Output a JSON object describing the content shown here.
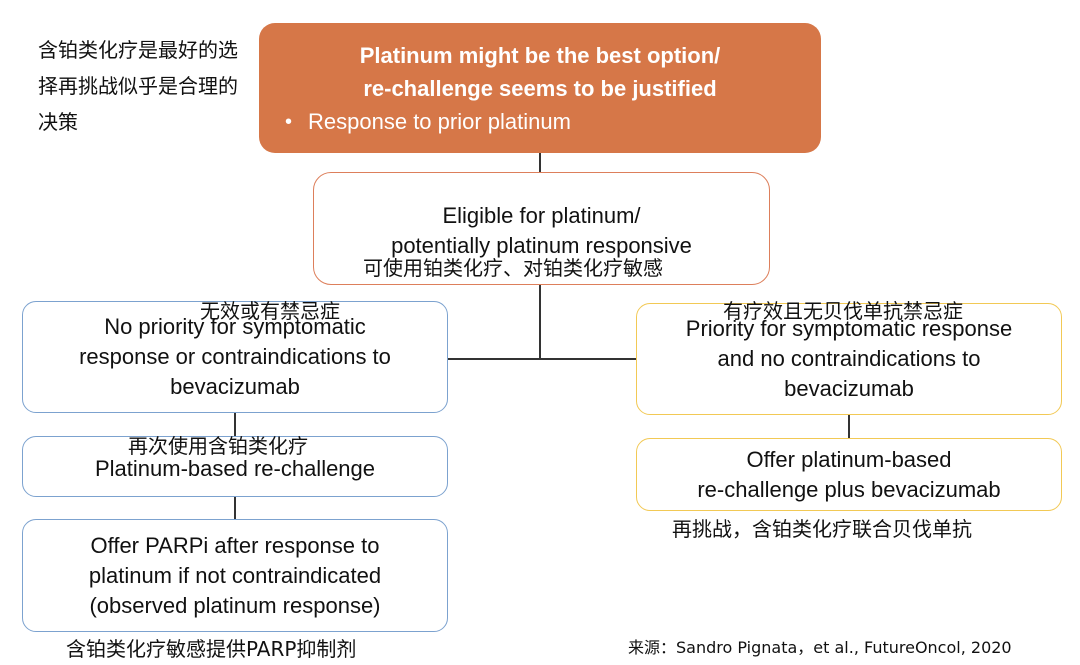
{
  "left_note": "含铂类化疗是最好的选择再挑战似乎是合理的决策",
  "top_box": {
    "title_line1": "Platinum might be the best option/",
    "title_line2": "re-challenge seems to be justified",
    "bullet": "Response to prior platinum"
  },
  "eligible_box": {
    "line1": "Eligible for platinum/",
    "line2": "potentially platinum responsive",
    "cn": "可使用铂类化疗、对铂类化疗敏感"
  },
  "left_branch": {
    "cn_label": "无效或有禁忌症",
    "line1": "No priority for symptomatic",
    "line2": "response or contraindications to",
    "line3": "bevacizumab",
    "rechallenge_cn": "再次使用含铂类化疗",
    "rechallenge": "Platinum-based re-challenge",
    "parpi_line1": "Offer PARPi after response to",
    "parpi_line2": "platinum if not contraindicated",
    "parpi_line3": "(observed platinum response)",
    "parpi_cn": "含铂类化疗敏感提供PARP抑制剂"
  },
  "right_branch": {
    "cn_label": "有疗效且无贝伐单抗禁忌症",
    "line1": "Priority for symptomatic response",
    "line2": "and no contraindications to",
    "line3": "bevacizumab",
    "offer_line1": "Offer platinum-based",
    "offer_line2": "re-challenge plus bevacizumab",
    "offer_cn": "再挑战，含铂类化疗联合贝伐单抗"
  },
  "source": "来源：Sandro Pignata，et al., FutureOncol, 2020",
  "colors": {
    "top_fill": "#d67748",
    "orange_outline": "#dd7f5b",
    "blue_outline": "#7ca2cf",
    "yellow_outline": "#f2c955"
  }
}
